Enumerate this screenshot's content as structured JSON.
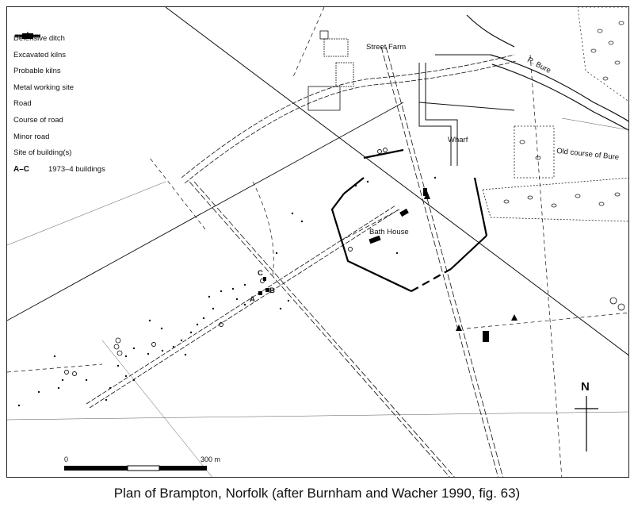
{
  "legend": {
    "items": [
      {
        "icon": "defensive-ditch-icon",
        "label": "Defensive ditch"
      },
      {
        "icon": "excavated-kiln-icon",
        "label": "Excavated kilns"
      },
      {
        "icon": "probable-kiln-icon",
        "label": "Probable kilns"
      },
      {
        "icon": "metal-working-icon",
        "label": "Metal working site"
      },
      {
        "icon": "road-icon",
        "label": "Road"
      },
      {
        "icon": "course-of-road-icon",
        "label": "Course of road"
      },
      {
        "icon": "minor-road-icon",
        "label": "Minor road"
      },
      {
        "icon": "building-site-icon",
        "label": "Site of building(s)"
      },
      {
        "icon": "buildings-1973-icon",
        "prefix": "A–C",
        "label": "1973–4 buildings"
      }
    ]
  },
  "labels": {
    "street_farm": "Street Farm",
    "river": "R. Bure",
    "wharf": "Wharf",
    "old_course": "Old course of Bure",
    "bath_house": "Bath House",
    "a": "A",
    "b": "B",
    "c": "C"
  },
  "north": "N",
  "scale": {
    "start": "0",
    "end": "300 m"
  },
  "caption": "Plan of Brampton, Norfolk (after Burnham and Wacher 1990, fig. 63)",
  "colors": {
    "ink": "#111111",
    "background": "#ffffff"
  }
}
